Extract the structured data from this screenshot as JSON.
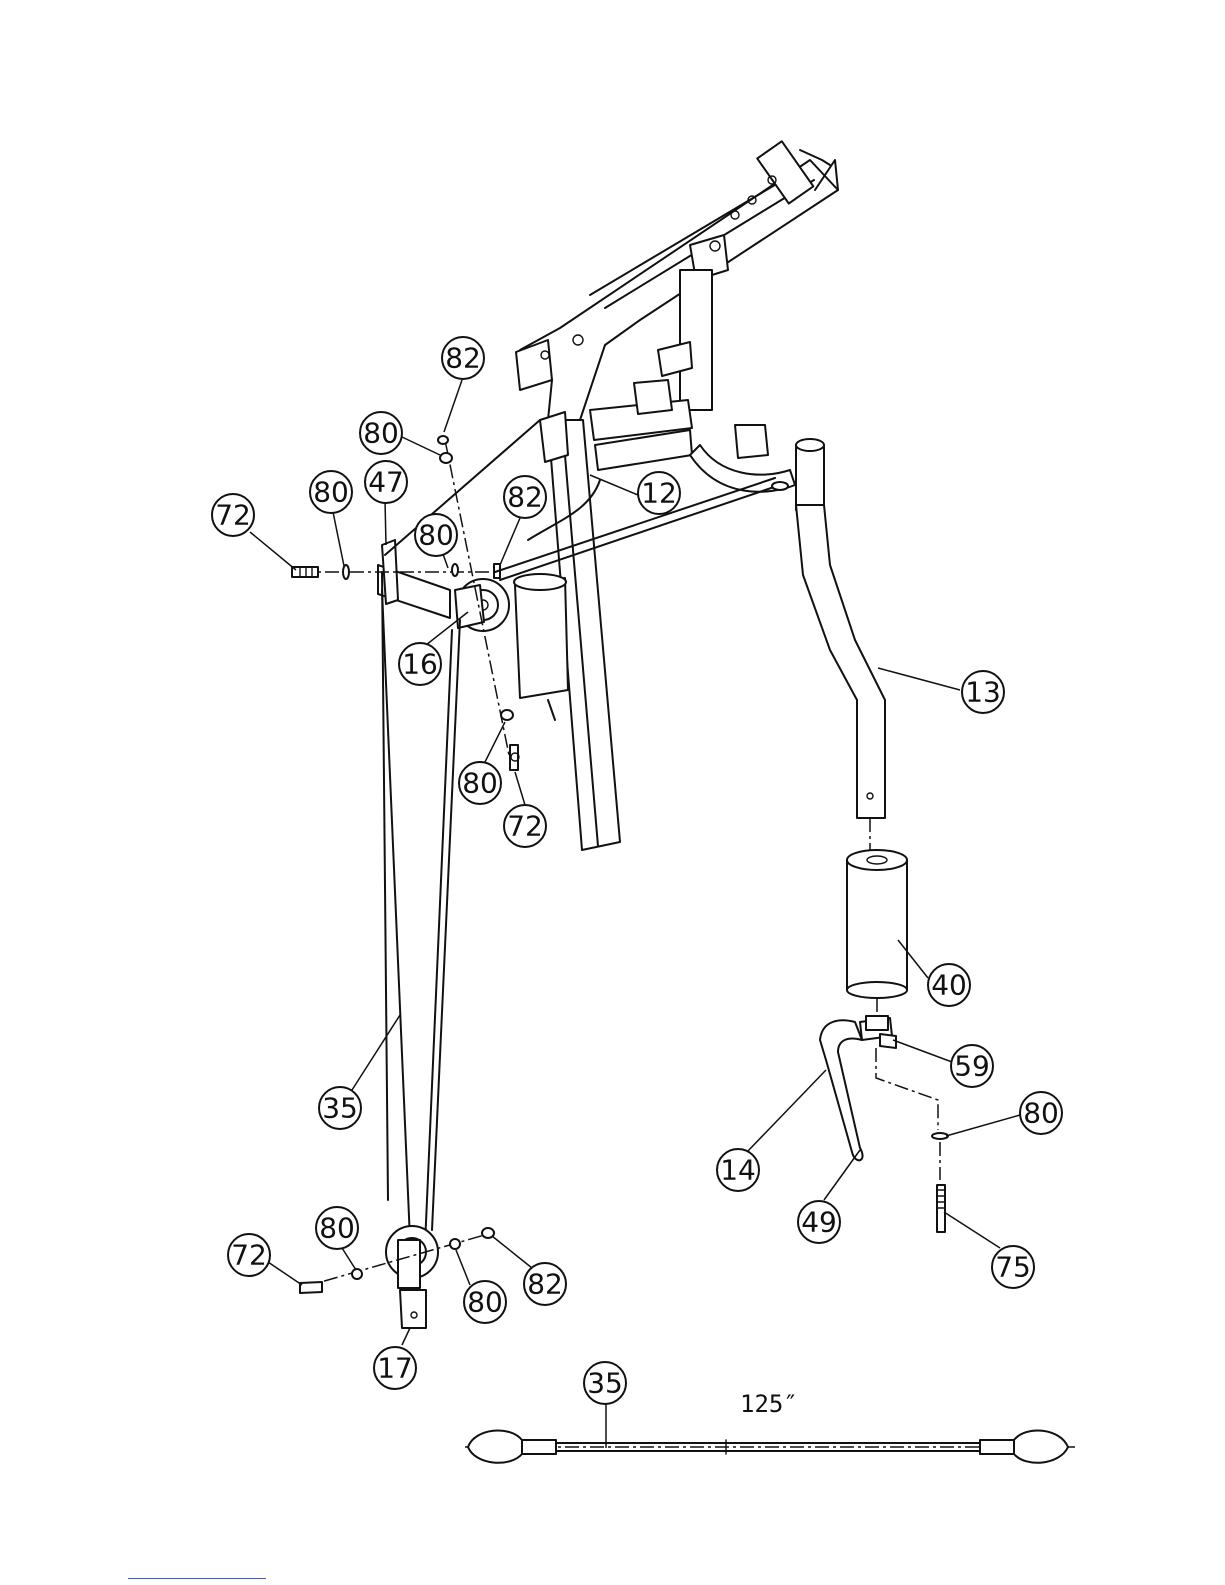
{
  "callouts": [
    {
      "label": "82"
    },
    {
      "label": "80"
    },
    {
      "label": "47"
    },
    {
      "label": "80"
    },
    {
      "label": "72"
    },
    {
      "label": "80"
    },
    {
      "label": "82"
    },
    {
      "label": "12"
    },
    {
      "label": "16"
    },
    {
      "label": "80"
    },
    {
      "label": "72"
    },
    {
      "label": "13"
    },
    {
      "label": "40"
    },
    {
      "label": "59"
    },
    {
      "label": "80"
    },
    {
      "label": "35"
    },
    {
      "label": "14"
    },
    {
      "label": "49"
    },
    {
      "label": "75"
    },
    {
      "label": "72"
    },
    {
      "label": "80"
    },
    {
      "label": "80"
    },
    {
      "label": "82"
    },
    {
      "label": "17"
    },
    {
      "label": "35"
    }
  ],
  "cable_length_label": "125″"
}
